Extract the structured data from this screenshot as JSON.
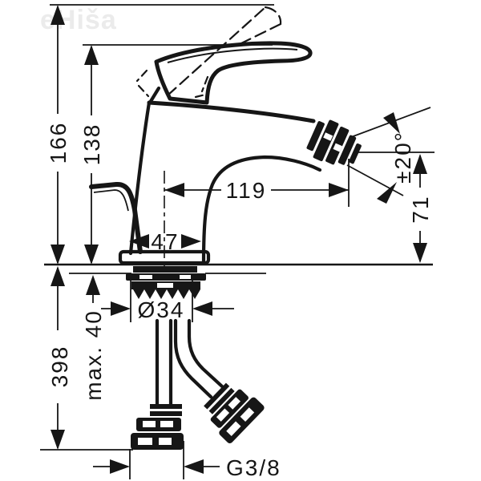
{
  "watermark": {
    "text": "eHiša"
  },
  "drawing": {
    "kind": "technical-dimension-drawing"
  },
  "dims": {
    "total_height": "166",
    "lever_height": "138",
    "reach": "119",
    "base_width": "47",
    "outlet_height": "71",
    "swivel_angle": "±20°",
    "hose_length": "398",
    "max_thickness": "max. 40",
    "shank_dia": "Ø34",
    "thread": "G3/8"
  },
  "colors": {
    "line": "#161616",
    "background": "#ffffff",
    "watermark": "#ebebeb"
  }
}
